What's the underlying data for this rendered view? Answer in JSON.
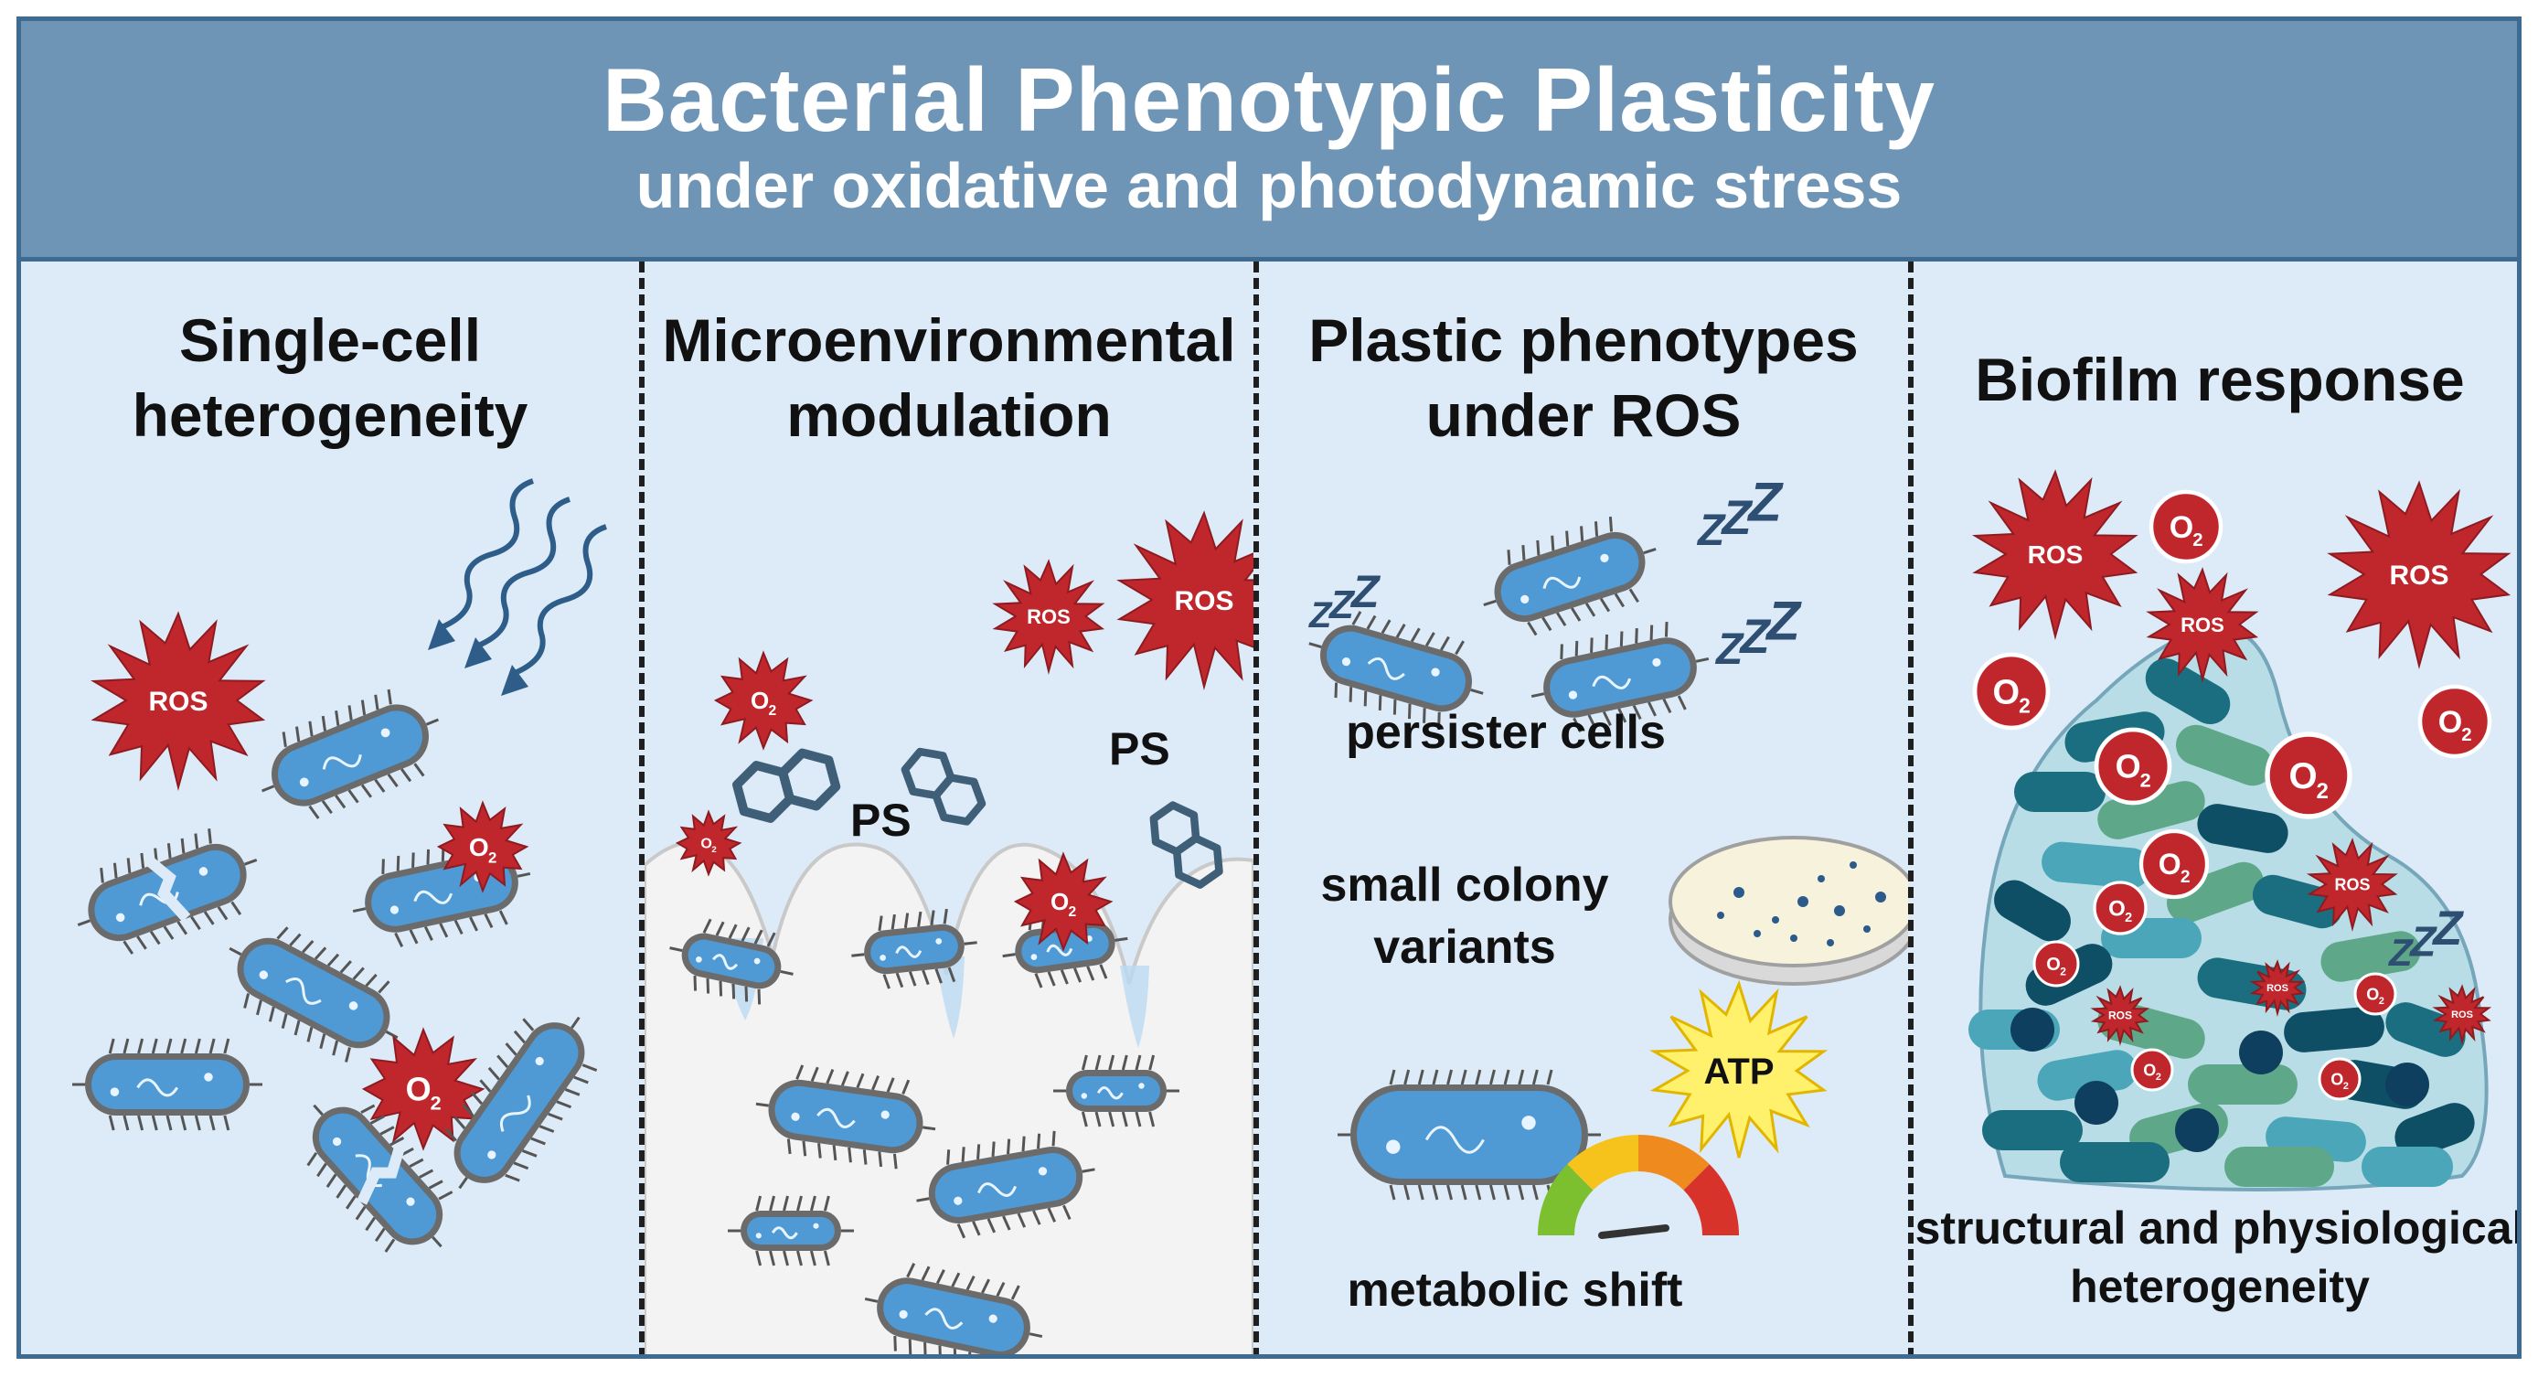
{
  "header": {
    "title": "Bacterial Phenotypic Plasticity",
    "subtitle": "under oxidative and photodynamic stress"
  },
  "panels": [
    {
      "title_line1": "Single-cell",
      "title_line2": "heterogeneity"
    },
    {
      "title_line1": "Microenvironmental",
      "title_line2": "modulation",
      "ps_label": "PS"
    },
    {
      "title_line1": "Plastic phenotypes",
      "title_line2": "under ROS",
      "persister_label": "persister cells",
      "scv_line1": "small colony",
      "scv_line2": "variants",
      "atp_label": "ATP",
      "metabolic_label": "metabolic shift",
      "sleep_glyph": "Z"
    },
    {
      "title": "Biofilm response",
      "caption_line1": "structural and physiological",
      "caption_line2": "heterogeneity"
    }
  ],
  "badges": {
    "ros": "ROS",
    "o2_letter": "O",
    "o2_sub": "2"
  },
  "colors": {
    "header_bg": "#6f95b6",
    "frame": "#3d6b92",
    "panel_bg": "#dcebf7",
    "cell_fill": "#4f9ad4",
    "cell_outline": "#4a4a4a",
    "ros_red": "#c0272d",
    "arrow_blue": "#2e5d8a",
    "ps_hex": "#3f5f78",
    "atp_yellow": "#fff16b",
    "gauge": [
      "#7cbf2f",
      "#f6c21c",
      "#ef8a1e",
      "#d8332a"
    ]
  }
}
